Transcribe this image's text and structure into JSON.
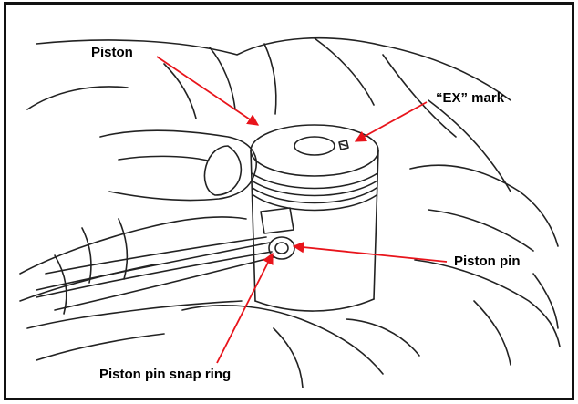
{
  "labels": {
    "piston": "Piston",
    "ex_mark": "“EX” mark",
    "piston_pin": "Piston pin",
    "snap_ring": "Piston pin snap ring"
  },
  "colors": {
    "leader": "#e8141b",
    "frame": "#111111",
    "sketch": "#222222",
    "background": "#ffffff"
  }
}
